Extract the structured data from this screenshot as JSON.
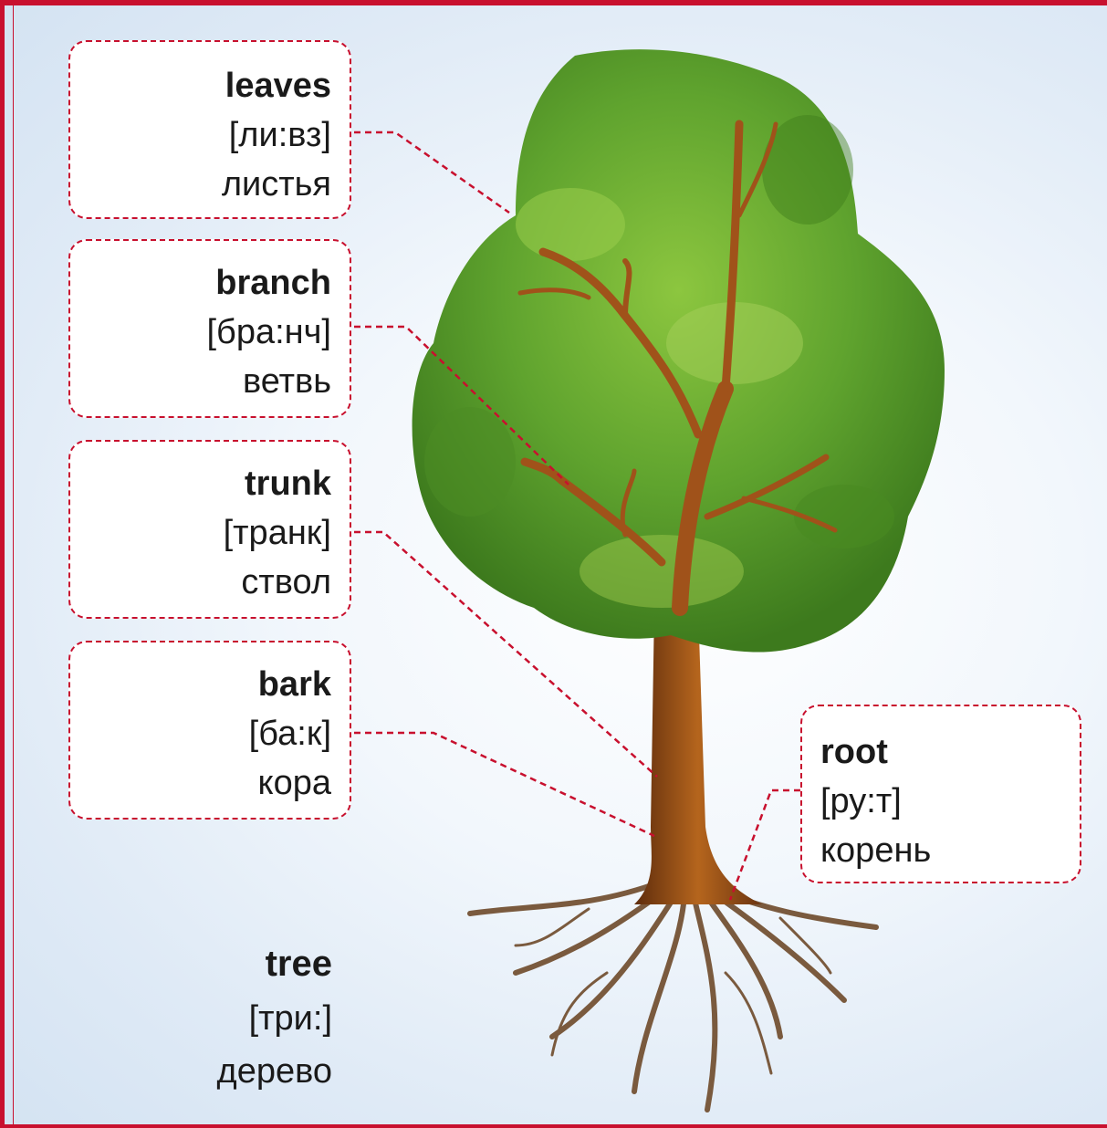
{
  "labels": {
    "leaves": {
      "word": "leaves",
      "transcription": "[ли:вз]",
      "translation": "листья"
    },
    "branch": {
      "word": "branch",
      "transcription": "[бра:нч]",
      "translation": "ветвь"
    },
    "trunk": {
      "word": "trunk",
      "transcription": "[транк]",
      "translation": "ствол"
    },
    "bark": {
      "word": "bark",
      "transcription": "[ба:к]",
      "translation": "кора"
    },
    "root": {
      "word": "root",
      "transcription": "[ру:т]",
      "translation": "корень"
    }
  },
  "title": {
    "word": "tree",
    "transcription": "[три:]",
    "translation": "дерево"
  },
  "colors": {
    "border": "#c8102e",
    "foliage": "#5a9a2a",
    "wood": "#8b4513"
  }
}
